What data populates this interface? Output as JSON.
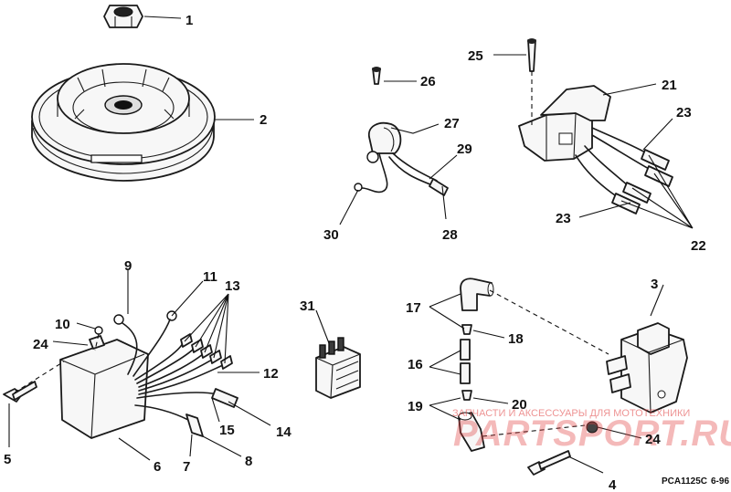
{
  "callouts": {
    "c1": "1",
    "c2": "2",
    "c3": "3",
    "c4": "4",
    "c5": "5",
    "c6": "6",
    "c7": "7",
    "c8": "8",
    "c9": "9",
    "c10": "10",
    "c11": "11",
    "c12": "12",
    "c13": "13",
    "c14": "14",
    "c15": "15",
    "c16": "16",
    "c17": "17",
    "c18": "18",
    "c19": "19",
    "c20": "20",
    "c21": "21",
    "c22": "22",
    "c23": "23",
    "c24": "24",
    "c25": "25",
    "c26": "26",
    "c27": "27",
    "c28": "28",
    "c29": "29",
    "c30": "30",
    "c31": "31"
  },
  "footer": {
    "figure_code": "PCA1125C",
    "date_code": "6-96"
  },
  "watermark": {
    "subtitle": "ЗАПЧАСТИ И АКСЕССУАРЫ ДЛЯ МОТОТЕХНИКИ",
    "logo": "PARTSPORT.RU",
    "color": "#e03a3a"
  }
}
